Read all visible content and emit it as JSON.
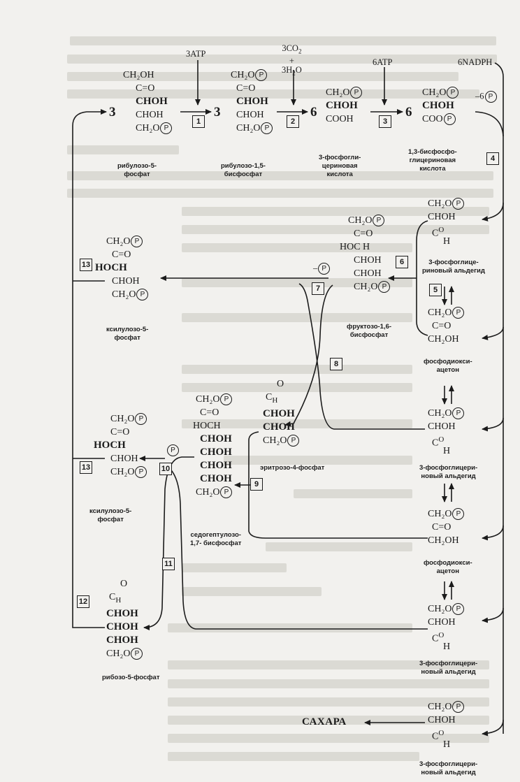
{
  "reagents": {
    "atp3": "3ATP",
    "co2": "3CO",
    "co2_sub": "2",
    "plus": "+",
    "h2o": "3H",
    "h2o_sub": "2",
    "h2o_tail": "O",
    "atp6": "6ATP",
    "nadph": "6NADPH",
    "minus_p_top": "–6",
    "minus_p_mid": "–",
    "p_mid2": "",
    "sakhara": "САХАРА"
  },
  "coefficients": {
    "c3a": "3",
    "c3b": "3",
    "c6a": "6",
    "c6b": "6"
  },
  "steps": [
    "1",
    "2",
    "3",
    "4",
    "5",
    "6",
    "7",
    "8",
    "9",
    "10",
    "11",
    "12",
    "13",
    "13"
  ],
  "phosphate_symbol": "P",
  "labels": {
    "rub5p": [
      "рибулозо-5-",
      "фосфат"
    ],
    "rub15bp": [
      "рибулозо-1,5-",
      "бисфосфат"
    ],
    "pga3": [
      "3-фосфогли-",
      "цериновая",
      "кислота"
    ],
    "bpg13": [
      "1,3-бисфосфо-",
      "глицериновая",
      "кислота"
    ],
    "gap_a": [
      "3-фосфоглице-",
      "риновый альдегид"
    ],
    "dhap_a": [
      "фосфодиокси-",
      "ацетон"
    ],
    "fbp": [
      "фруктозо-1,6-",
      "бисфосфат"
    ],
    "xu5p_a": [
      "ксилулозо-5-",
      "фосфат"
    ],
    "gap_b": [
      "3-фосфоглицери-",
      "новый альдегид"
    ],
    "e4p": [
      "эритрозо-4-фосфат"
    ],
    "s17bp": [
      "седогептулозо-",
      "1,7- бисфосфат"
    ],
    "xu5p_b": [
      "ксилулозо-5-",
      "фосфат"
    ],
    "dhap_b": [
      "фосфодиокси-",
      "ацетон"
    ],
    "gap_c": [
      "3-фосфоглицери-",
      "новый альдегид"
    ],
    "r5p": [
      "рибозо-5-фосфат"
    ],
    "gap_d": [
      "3-фосфоглицери-",
      "новый альдегид"
    ]
  },
  "groups": {
    "ch2oh": "CH₂OH",
    "ch2o": "CH₂O",
    "co": "C=O",
    "chon": "CHOH",
    "hoch": "HOCH",
    "hoc_h": "HOC H",
    "cooh": "COOH",
    "coo": "COO",
    "c": "C",
    "h": "H",
    "o": "O"
  }
}
